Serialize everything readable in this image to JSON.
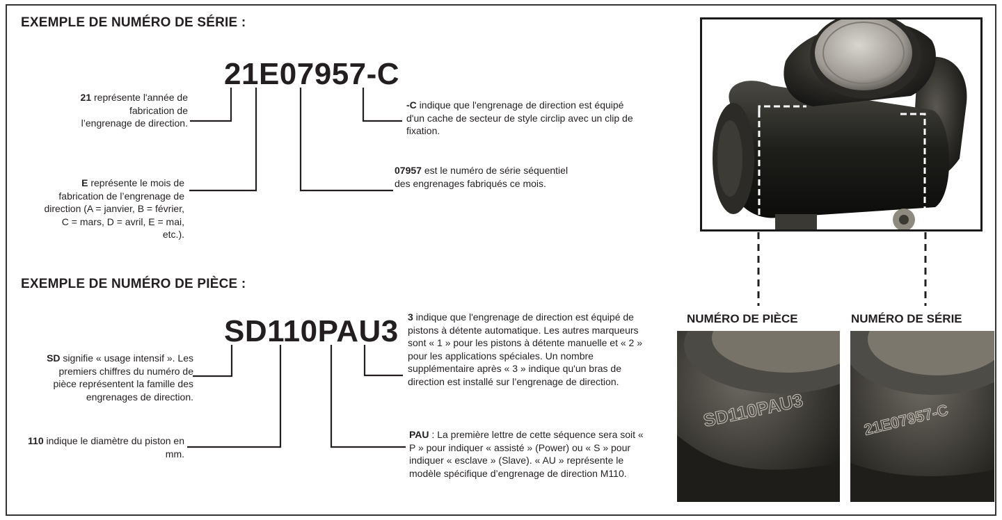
{
  "serial": {
    "heading": "EXEMPLE DE NUMÉRO DE SÉRIE :",
    "code": "21E07957-C",
    "notes": [
      {
        "bold": "21",
        "text": " représente l'année de fabrication de l’engrenage de direction."
      },
      {
        "bold": "E",
        "text": " représente le mois de fabrication de l’engrenage de direction (A = janvier, B = février, C = mars, D = avril, E = mai, etc.)."
      },
      {
        "bold": "07957",
        "text": " est le numéro de série séquentiel des engrenages fabriqués ce mois."
      },
      {
        "bold": "-C",
        "text": " indique que l'engrenage de direction est équipé d'un cache de secteur de style circlip avec un clip de fixation."
      }
    ]
  },
  "part": {
    "heading": "EXEMPLE DE NUMÉRO DE PIÈCE :",
    "code": "SD110PAU3",
    "notes": [
      {
        "bold": "SD",
        "text": " signifie « usage intensif ». Les premiers chiffres du numéro de pièce représentent la famille des engrenages de direction."
      },
      {
        "bold": "110",
        "text": " indique le diamètre du piston en mm."
      },
      {
        "bold": "3",
        "text": " indique que l'engrenage de direction est équipé de pistons à détente automatique. Les autres marqueurs sont « 1 » pour les pistons à détente manuelle et « 2 » pour les applications spéciales. Un nombre supplémentaire après « 3 » indique qu'un bras de direction est installé sur l’engrenage de direction."
      },
      {
        "bold": "PAU",
        "text": " : La première lettre de cette séquence sera soit « P » pour indiquer « assisté » (Power) ou « S » pour indiquer « esclave » (Slave). « AU » représente le modèle spécifique d’engrenage de direction M110."
      }
    ]
  },
  "photos": {
    "part_caption": "NUMÉRO DE PIÈCE",
    "serial_caption": "NUMÉRO DE SÉRIE",
    "part_stamp": "SD110PAU3",
    "serial_stamp": "21E07957-C"
  }
}
